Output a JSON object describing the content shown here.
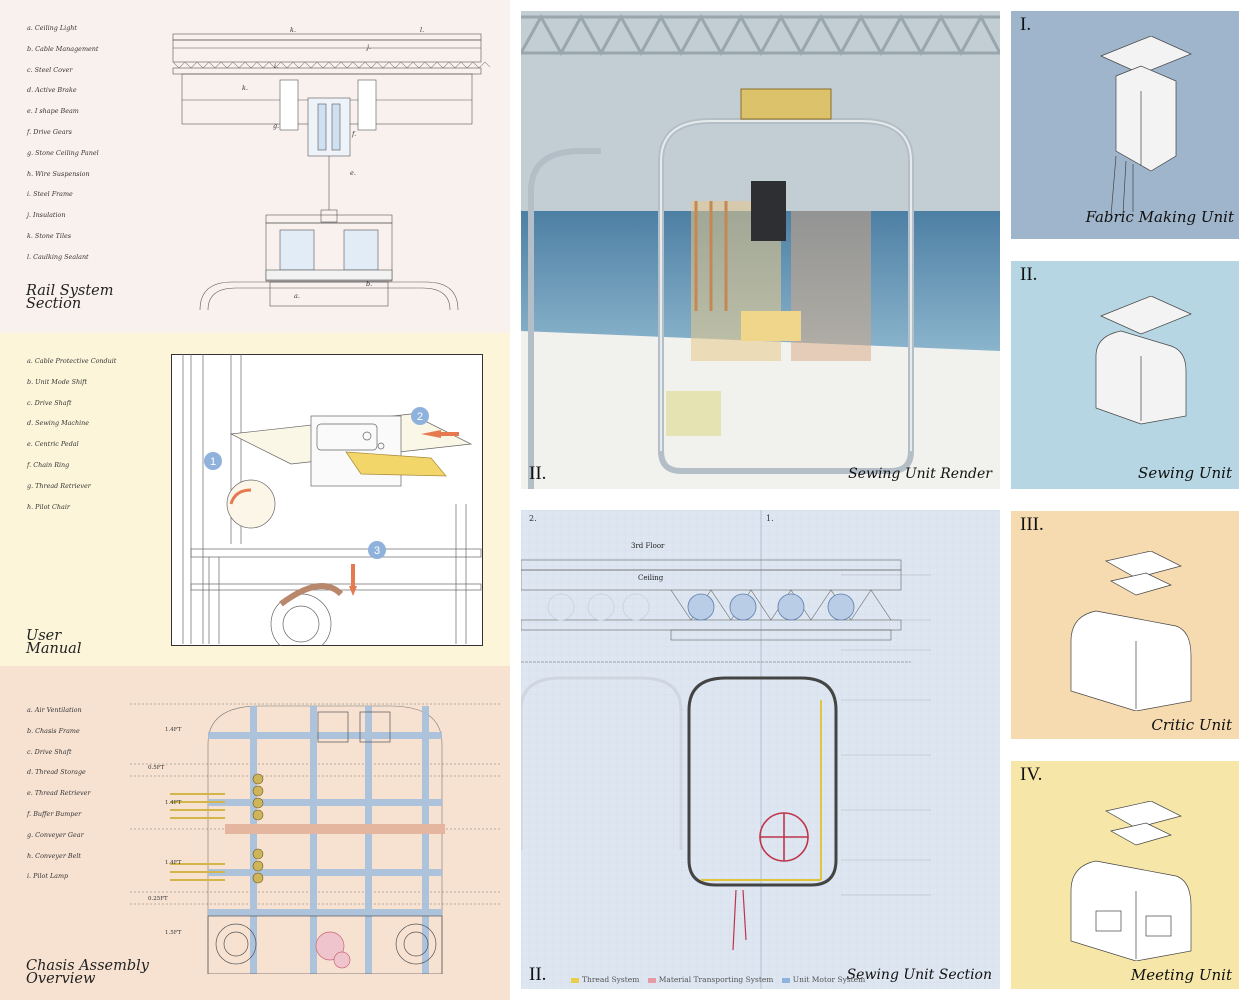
{
  "rail_section": {
    "legend": [
      "a. Ceiling Light",
      "b. Cable Management",
      "c. Steel Cover",
      "d. Active Brake",
      "e. I shape Beam",
      "f. Drive Gears",
      "g. Stone Ceiling Panel",
      "h. Wire Suspension",
      "i. Steel Frame",
      "j. Insulation",
      "k. Stone Tiles",
      "l. Caulking Sealant"
    ],
    "title": "Rail System\nSection"
  },
  "user_manual": {
    "legend": [
      "a. Cable Protective Conduit",
      "b. Unit Mode Shift",
      "c. Drive Shaft",
      "d. Sewing Machine",
      "e. Centric Pedal",
      "f. Chain Ring",
      "g. Thread Retriever",
      "h. Pilot Chair"
    ],
    "title": "User\nManual",
    "step_numbers": [
      "1",
      "2",
      "3"
    ]
  },
  "chassis": {
    "legend": [
      "a. Air Ventilation",
      "b. Chasis Frame",
      "c. Drive Shaft",
      "d. Thread Storage",
      "e. Thread Retriever",
      "f. Buffer Bumper",
      "g. Conveyer Gear",
      "h. Conveyer Belt",
      "i. Pilot Lamp"
    ],
    "title": "Chasis Assembly\nOverview",
    "dims": [
      "1.4FT",
      "0.5FT",
      "1.4FT",
      "1.4FT",
      "0.25FT",
      "1.5FT"
    ]
  },
  "render": {
    "numeral": "II.",
    "caption": "Sewing Unit Render"
  },
  "section": {
    "numeral": "II.",
    "caption": "Sewing Unit Section",
    "labels": {
      "floor": "3rd Floor",
      "ceiling": "Ceiling",
      "col1": "2.",
      "col2": "1."
    },
    "key": [
      {
        "label": "Thread System",
        "color": "#e8cf4a"
      },
      {
        "label": "Material Transporting System",
        "color": "#e59aa6"
      },
      {
        "label": "Unit Motor System",
        "color": "#8fb2dc"
      }
    ]
  },
  "units": [
    {
      "numeral": "I.",
      "caption": "Fabric Making Unit",
      "bg": "#9fb5cb"
    },
    {
      "numeral": "II.",
      "caption": "Sewing Unit",
      "bg": "#b5d6e2"
    },
    {
      "numeral": "III.",
      "caption": "Critic Unit",
      "bg": "#f6dab0"
    },
    {
      "numeral": "IV.",
      "caption": "Meeting Unit",
      "bg": "#f6e7a9"
    }
  ]
}
